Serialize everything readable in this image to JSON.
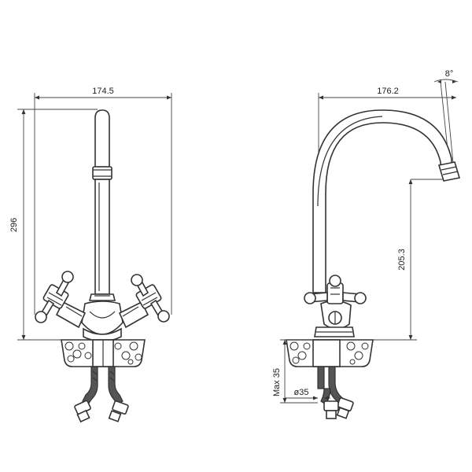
{
  "front_view": {
    "width_label": "174.5",
    "height_label": "296"
  },
  "side_view": {
    "reach_label": "176.2",
    "angle_label": "8°",
    "spout_height_label": "205.3",
    "max_thickness_label": "Max 35",
    "hole_diameter_label": "ø35"
  }
}
